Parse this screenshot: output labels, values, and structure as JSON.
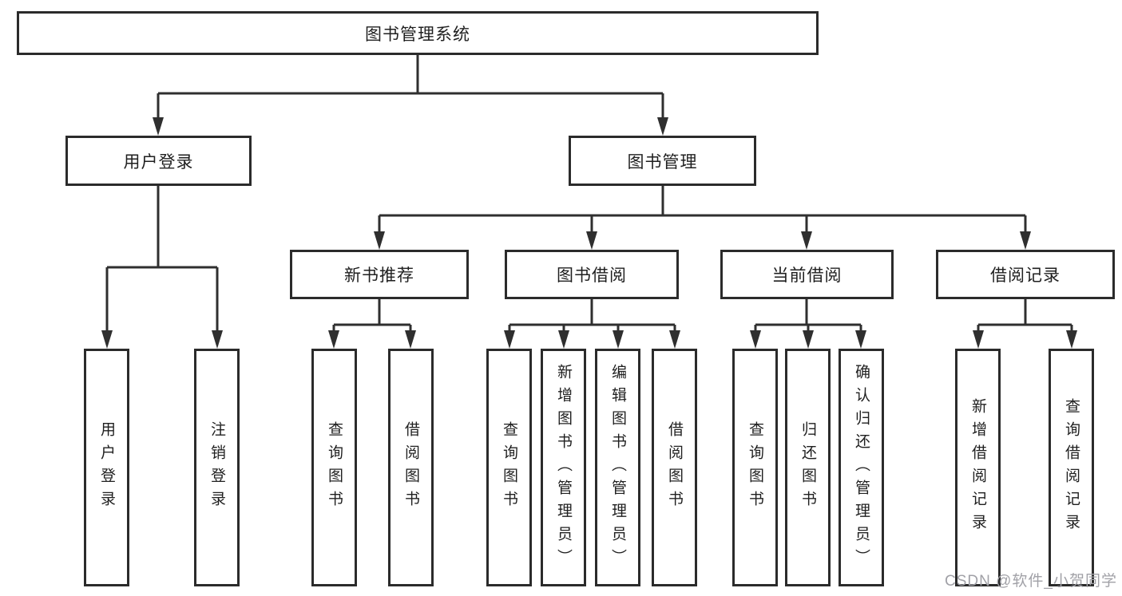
{
  "diagram_title": "图书管理系统",
  "tree": {
    "label": "图书管理系统",
    "children": [
      {
        "label": "用户登录",
        "children": [
          {
            "label": "用户登录"
          },
          {
            "label": "注销登录"
          }
        ]
      },
      {
        "label": "图书管理",
        "children": [
          {
            "label": "新书推荐",
            "children": [
              {
                "label": "查询图书"
              },
              {
                "label": "借阅图书"
              }
            ]
          },
          {
            "label": "图书借阅",
            "children": [
              {
                "label": "查询图书"
              },
              {
                "label": "新增图书（管理员）"
              },
              {
                "label": "编辑图书（管理员）"
              },
              {
                "label": "借阅图书"
              }
            ]
          },
          {
            "label": "当前借阅",
            "children": [
              {
                "label": "查询图书"
              },
              {
                "label": "归还图书"
              },
              {
                "label": "确认归还（管理员）"
              }
            ]
          },
          {
            "label": "借阅记录",
            "children": [
              {
                "label": "新增借阅记录"
              },
              {
                "label": "查询借阅记录"
              }
            ]
          }
        ]
      }
    ]
  },
  "watermark": "CSDN @软件_小贺同学",
  "colors": {
    "line": "#2f2f2f",
    "box_border": "#2b2b2b",
    "box_fill": "#ffffff",
    "text": "#1f1f1f",
    "watermark": "#a1a1a7",
    "background": "#ffffff"
  }
}
